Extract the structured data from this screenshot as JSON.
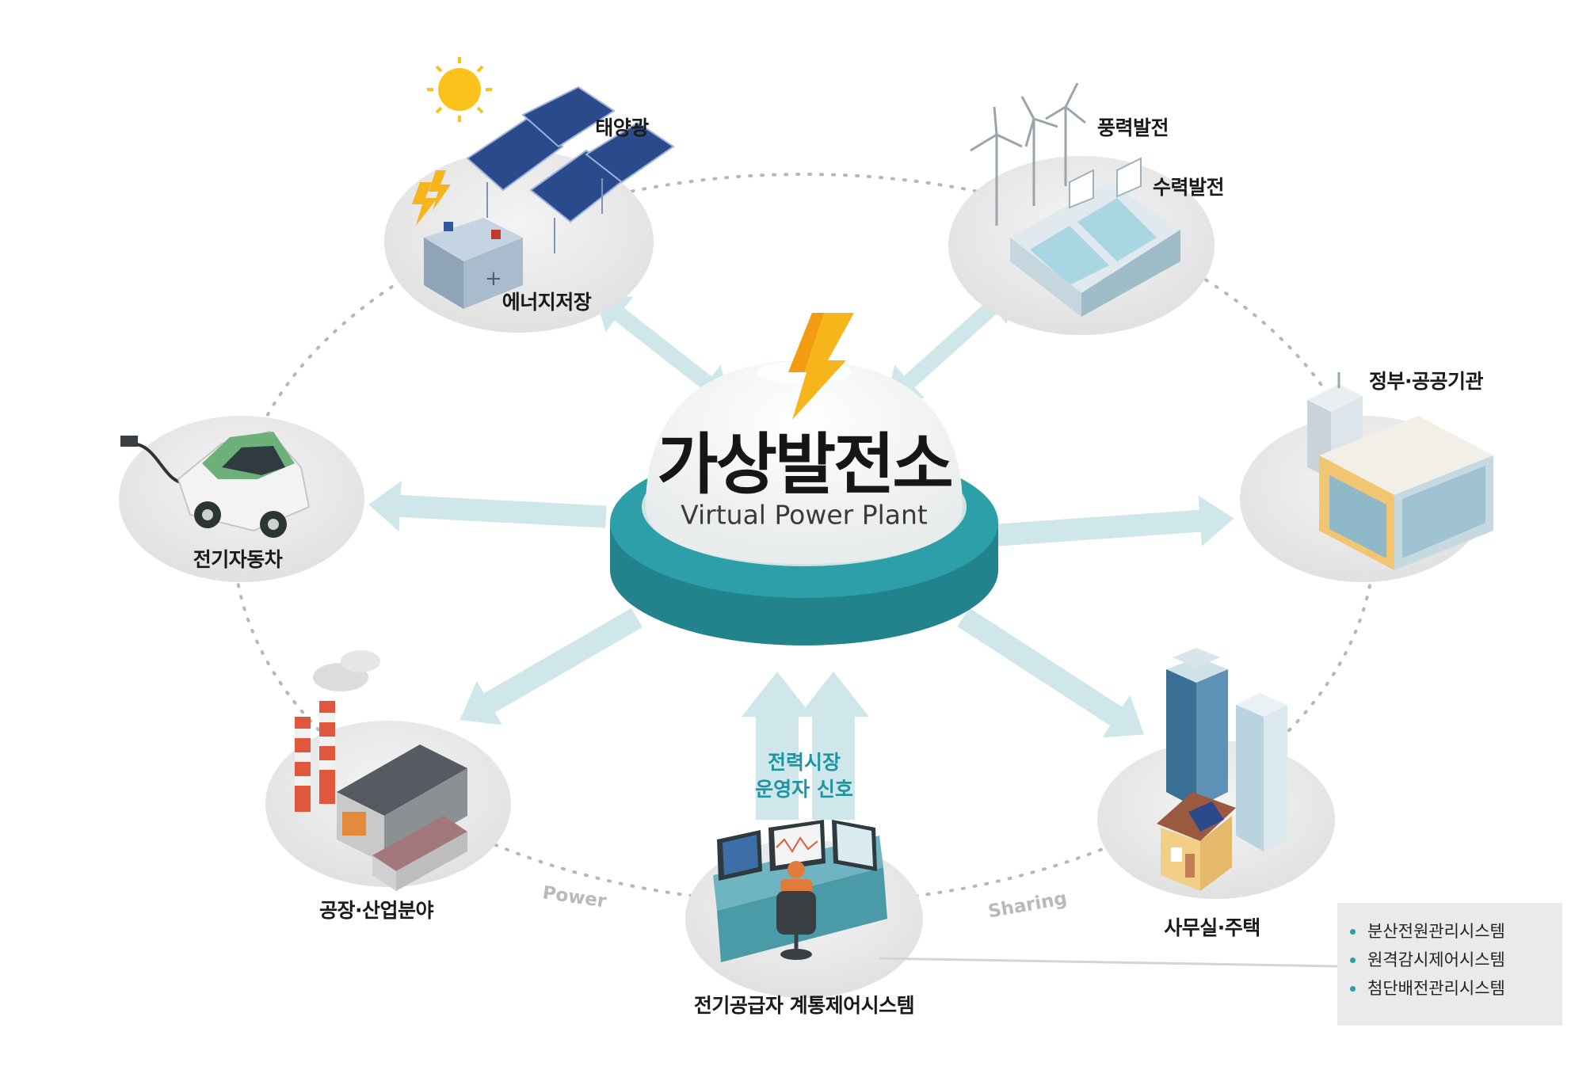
{
  "hub": {
    "title": "가상발전소",
    "subtitle": "Virtual Power Plant"
  },
  "nodes": {
    "solar": "태양광",
    "storage": "에너지저장",
    "wind": "풍력발전",
    "hydro": "수력발전",
    "government": "정부·공공기관",
    "ev": "전기자동차",
    "office": "사무실·주택",
    "factory": "공장·산업분야",
    "grid_control": "전기공급자 계통제어시스템"
  },
  "signal": {
    "line1": "전력시장",
    "line2": "운영자 신호"
  },
  "flow_labels": {
    "left": "Power",
    "right": "Sharing"
  },
  "systems": [
    "분산전원관리시스템",
    "원격감시제어시스템",
    "첨단배전관리시스템"
  ],
  "colors": {
    "teal": "#2c9fa8",
    "arrow": "#cce5e8",
    "bolt": "#f6b51a",
    "circle": "#e8e8e8"
  }
}
